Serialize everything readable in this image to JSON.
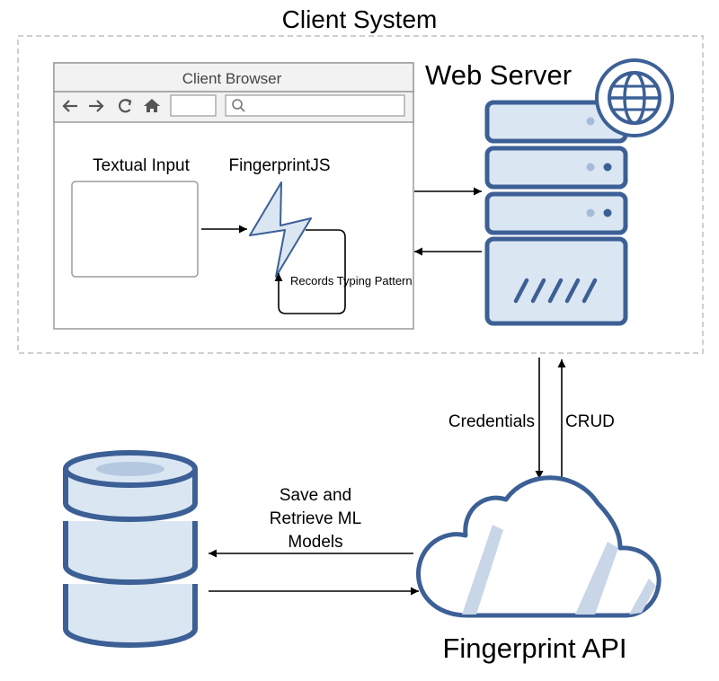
{
  "client_system": {
    "title": "Client System"
  },
  "browser": {
    "title": "Client Browser",
    "nav_icons": [
      "arrow-left-icon",
      "arrow-right-icon",
      "reload-icon",
      "home-icon"
    ],
    "search_icon": "search-icon"
  },
  "textual_input": {
    "label": "Textual Input"
  },
  "fingerprintjs": {
    "label": "FingerprintJS",
    "loop_label": "Records Typing Pattern"
  },
  "web_server": {
    "label": "Web Server",
    "icon": "globe-icon"
  },
  "links": {
    "credentials": "Credentials",
    "crud": "CRUD",
    "save_retrieve_line1": "Save and",
    "save_retrieve_line2": "Retrieve ML",
    "save_retrieve_line3": "Models"
  },
  "fingerprint_api": {
    "label": "Fingerprint API"
  },
  "colors": {
    "primary_blue": "#3c6096",
    "light_blue": "#dae6f2",
    "dark_outline": "#1a1a1a",
    "dashed_border": "#bfbfbf",
    "browser_border": "#9b9b9b",
    "browser_chrome": "#f2f2f2"
  }
}
